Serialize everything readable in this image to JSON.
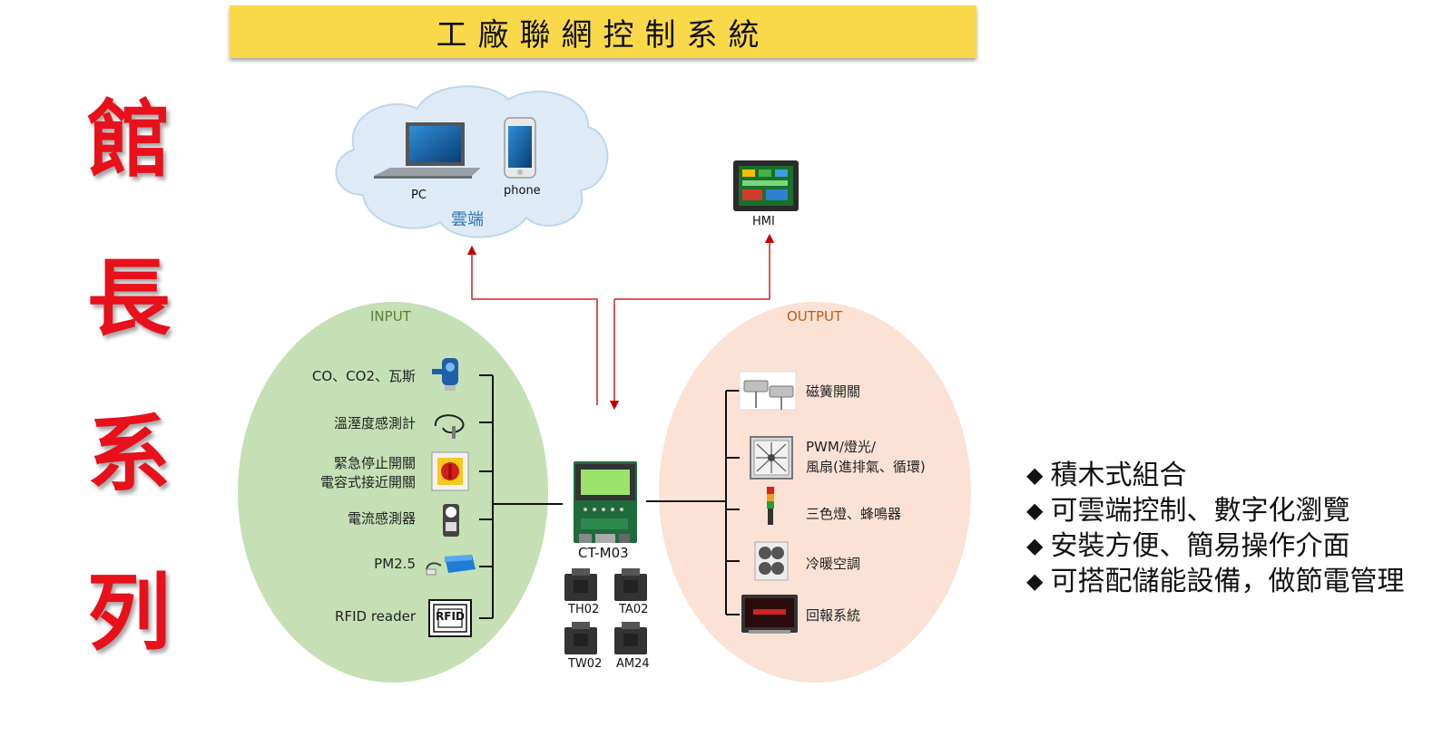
{
  "title": "工廠聯網控制系統",
  "side_title": [
    "館",
    "長",
    "系",
    "列"
  ],
  "cloud": {
    "label": "雲端",
    "pc_label": "PC",
    "phone_label": "phone"
  },
  "hmi_label": "HMI",
  "input": {
    "heading": "INPUT",
    "items": [
      {
        "label": "CO、CO2、瓦斯",
        "icon": "gas-sensor-icon"
      },
      {
        "label": "溫溼度感測計",
        "icon": "temperature-probe-icon"
      },
      {
        "label": "緊急停止開關",
        "label2": "電容式接近開關",
        "icon": "emergency-stop-icon"
      },
      {
        "label": "電流感測器",
        "icon": "current-clamp-icon"
      },
      {
        "label": "PM2.5",
        "icon": "pm25-sensor-icon"
      },
      {
        "label": "RFID reader",
        "icon": "rfid-icon",
        "badge": "RFID"
      }
    ]
  },
  "controller": {
    "label": "CT-M03",
    "modules": [
      "TH02",
      "TA02",
      "TW02",
      "AM24"
    ]
  },
  "output": {
    "heading": "OUTPUT",
    "items": [
      {
        "label": "磁簧開關",
        "icon": "reed-switch-icon"
      },
      {
        "label": "PWM/燈光/",
        "label2": "風扇(進排氣、循環)",
        "icon": "fan-icon"
      },
      {
        "label": "三色燈、蜂鳴器",
        "icon": "tower-light-icon"
      },
      {
        "label": "冷暖空調",
        "icon": "air-conditioner-icon"
      },
      {
        "label": "回報系統",
        "icon": "report-monitor-icon"
      }
    ]
  },
  "features": [
    "積木式組合",
    "可雲端控制、數字化瀏覽",
    "安裝方便、簡易操作介面",
    "可搭配儲能設備，做節電管理"
  ],
  "colors": {
    "title_bar": "#f9d949",
    "side_title": "#e8101a",
    "input_ellipse": "#c5e0b4",
    "output_ellipse": "#fbe2d5",
    "input_heading": "#548235",
    "output_heading": "#c55a11",
    "arrows": "#c00000",
    "cloud_label": "#2e75b6"
  }
}
